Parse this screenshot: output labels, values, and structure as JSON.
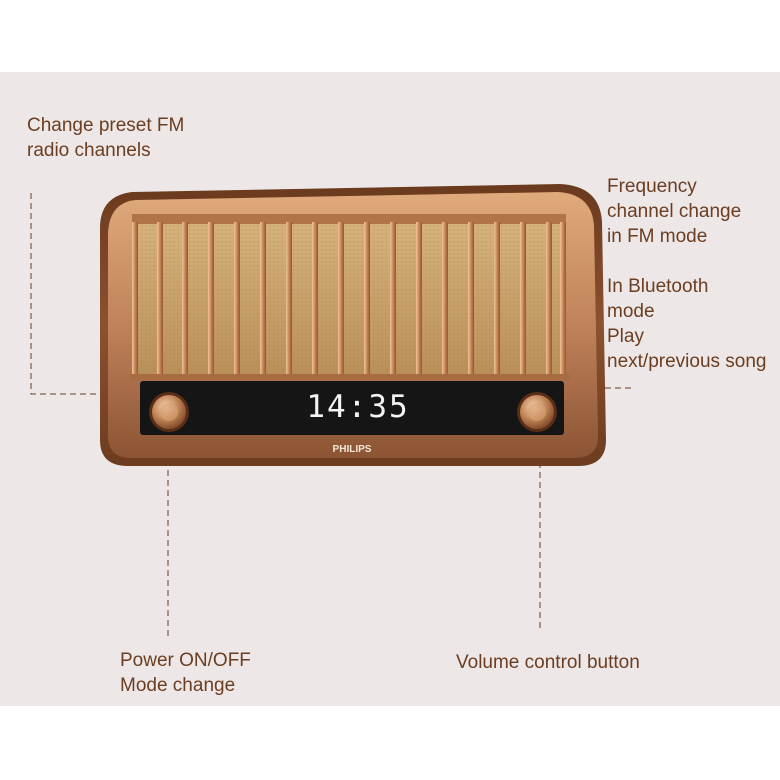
{
  "annotations": {
    "preset": [
      "Change preset FM",
      "radio channels"
    ],
    "frequency": [
      "Frequency",
      "channel change",
      "in FM mode"
    ],
    "bluetooth": [
      "In Bluetooth",
      "mode",
      "Play",
      "next/previous song"
    ],
    "power": [
      "Power ON/OFF",
      "Mode change"
    ],
    "volume": [
      "Volume control button"
    ]
  },
  "device": {
    "display_time": "14:35",
    "brand": "PHILIPS"
  },
  "colors": {
    "label_text": "#6b3d21",
    "wood": "#7a4524",
    "copper": "#c88a5c",
    "grille": "#c9a46a",
    "display_bg": "#151515",
    "display_digits": "#f4f4f4",
    "background": "#ede8e7"
  }
}
